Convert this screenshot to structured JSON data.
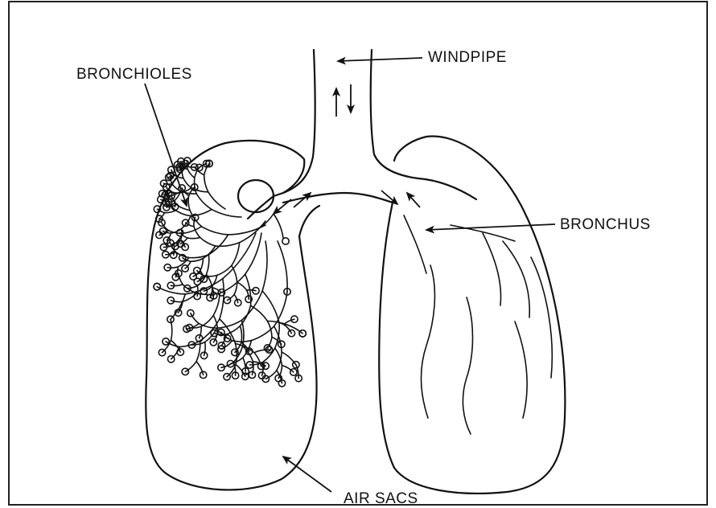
{
  "labels": {
    "windpipe": "WINDPIPE",
    "bronchioles": "BRONCHIOLES",
    "bronchus": "BRONCHUS",
    "air_sacs": "AIR SACS"
  },
  "colors": {
    "ink": "#111111",
    "background": "#ffffff"
  }
}
